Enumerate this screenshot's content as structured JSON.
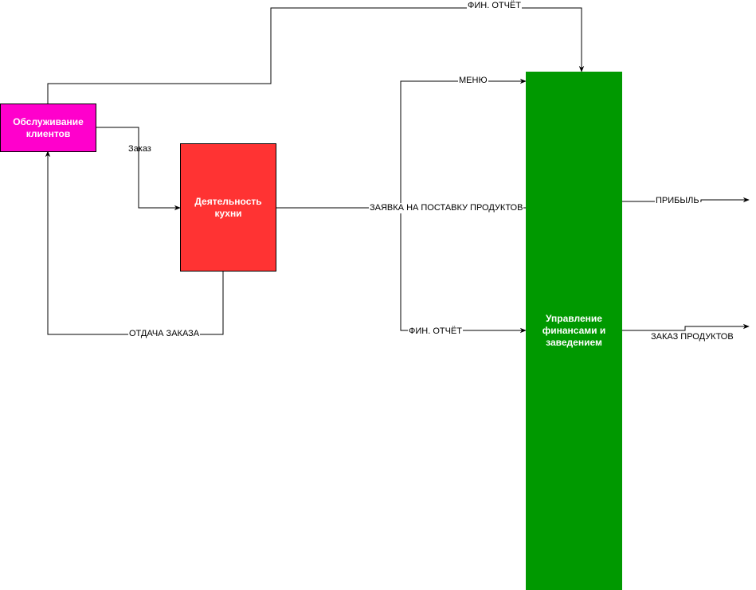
{
  "colors": {
    "client": "#ff00cc",
    "kitchen": "#ff3333",
    "management": "#009900",
    "stroke": "#000000",
    "text": "#ffffff"
  },
  "nodes": {
    "client": {
      "label": "Обслуживание клиентов"
    },
    "kitchen": {
      "label": "Деятельность кухни"
    },
    "management": {
      "label": "Управление финансами и заведением"
    }
  },
  "edges": {
    "fin_report_top": "ФИН. ОТЧЁТ",
    "menu": "МЕНЮ",
    "order": "Заказ",
    "supply_request": "ЗАЯВКА НА ПОСТАВКУ ПРОДУКТОВ",
    "fin_report_mid": "ФИН. ОТЧЁТ",
    "order_delivery": "ОТДАЧА ЗАКАЗА",
    "profit": "ПРИБЫЛЬ",
    "product_order": "ЗАКАЗ ПРОДУКТОВ"
  }
}
